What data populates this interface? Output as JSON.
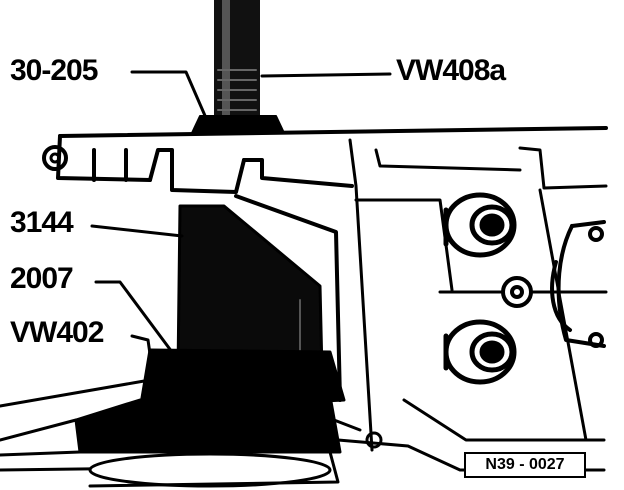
{
  "labels": {
    "thread_tool": "30-205",
    "spindle": "VW408a",
    "adapter": "3144",
    "base": "2007",
    "press_plate": "VW402"
  },
  "figure_code": "N39 - 0027",
  "colors": {
    "ink": "#000000",
    "paper": "#ffffff"
  }
}
